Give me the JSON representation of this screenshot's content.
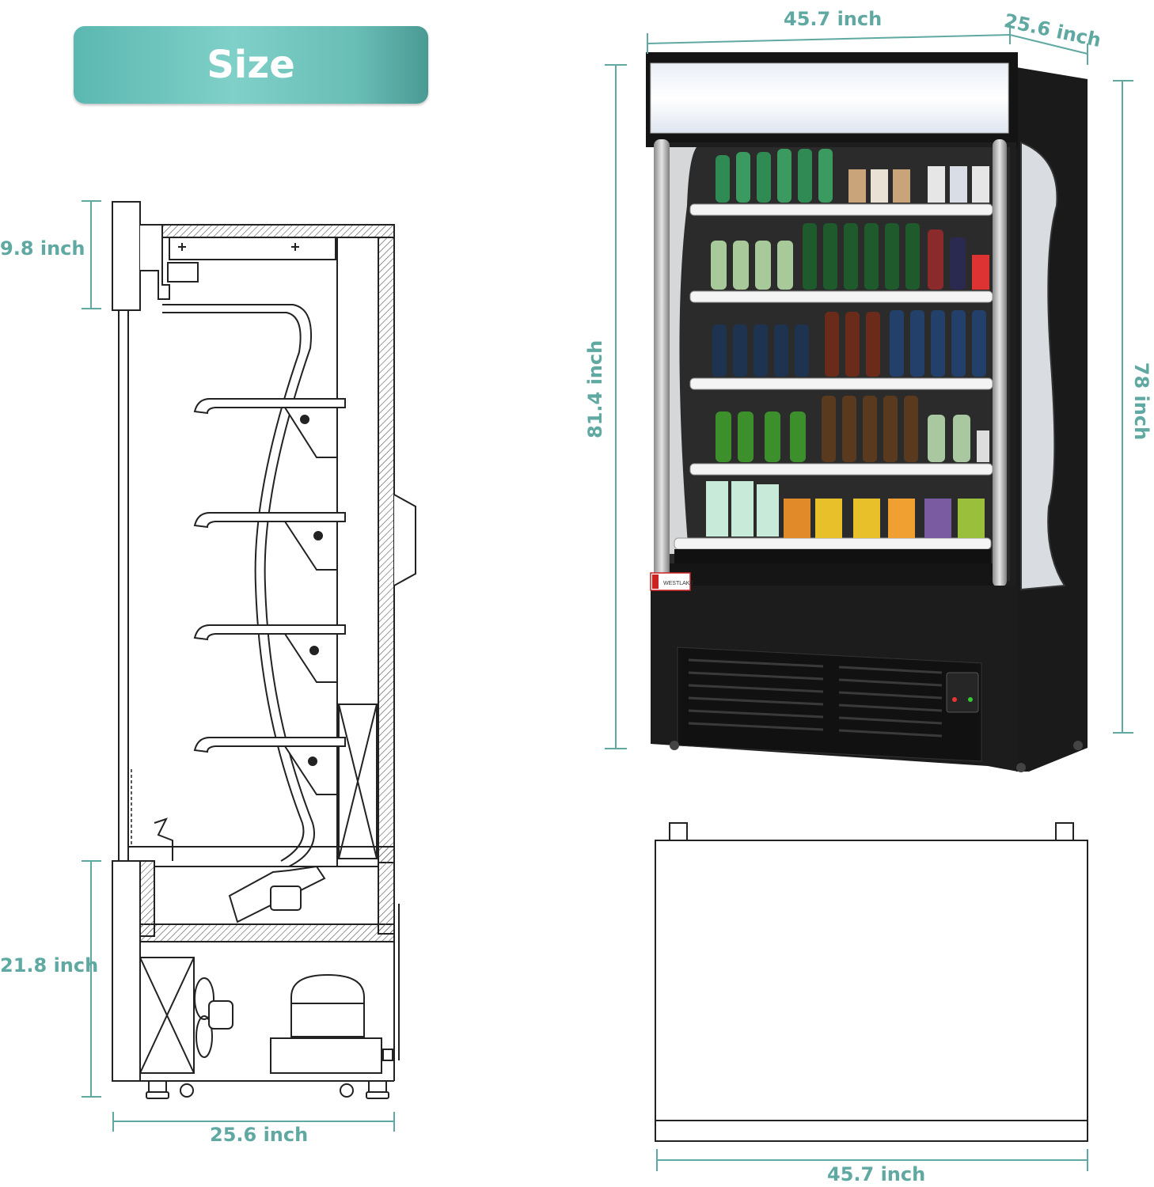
{
  "banner": {
    "title": "Size"
  },
  "side_view": {
    "top_height": "9.8 inch",
    "bottom_height": "21.8 inch",
    "depth": "25.6 inch"
  },
  "front_view": {
    "width": "45.7 inch",
    "depth": "25.6 inch",
    "total_height": "81.4 inch",
    "body_height": "78 inch",
    "brand": "WESTLAKE"
  },
  "top_view": {
    "width": "45.7 inch"
  },
  "colors": {
    "accent": "#5fa9a2",
    "cabinet": "#1c1c1c",
    "line": "#222222"
  }
}
